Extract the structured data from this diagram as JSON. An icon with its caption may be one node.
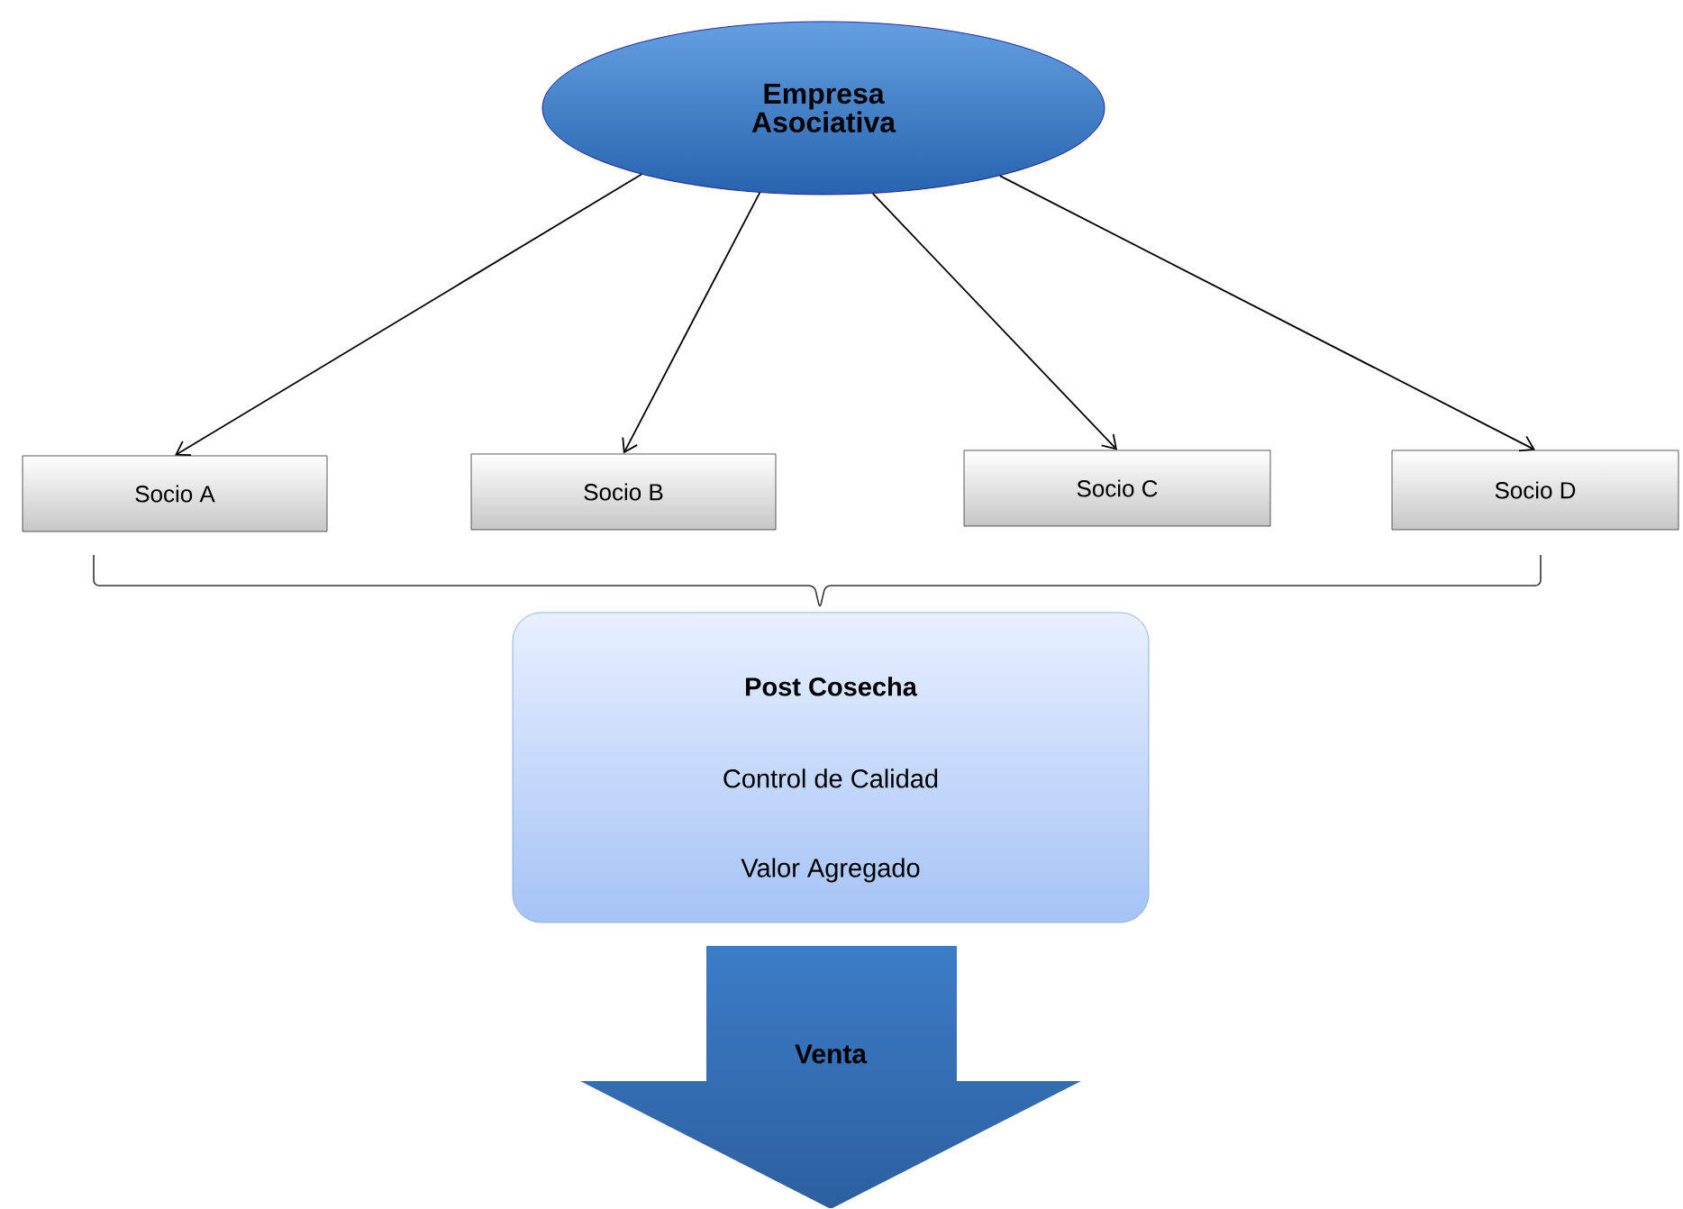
{
  "diagram": {
    "nodes": [
      {
        "text": [
          "Empresa Asociativa"
        ]
      },
      {
        "text": [
          "Socio A"
        ]
      },
      {
        "text": [
          "Socio B"
        ]
      },
      {
        "text": [
          "Socio C"
        ]
      },
      {
        "text": [
          "Socio D"
        ]
      },
      {
        "text": [
          "Post Cosecha",
          "Control de Calidad",
          "Valor Agregado"
        ]
      },
      {
        "text": [
          "Venta"
        ]
      }
    ],
    "edges": [
      {
        "from": 0,
        "to": 1,
        "arrow": "to"
      },
      {
        "from": 0,
        "to": 2,
        "arrow": "to"
      },
      {
        "from": 0,
        "to": 3,
        "arrow": "to"
      },
      {
        "from": 0,
        "to": 4,
        "arrow": "to"
      }
    ]
  }
}
